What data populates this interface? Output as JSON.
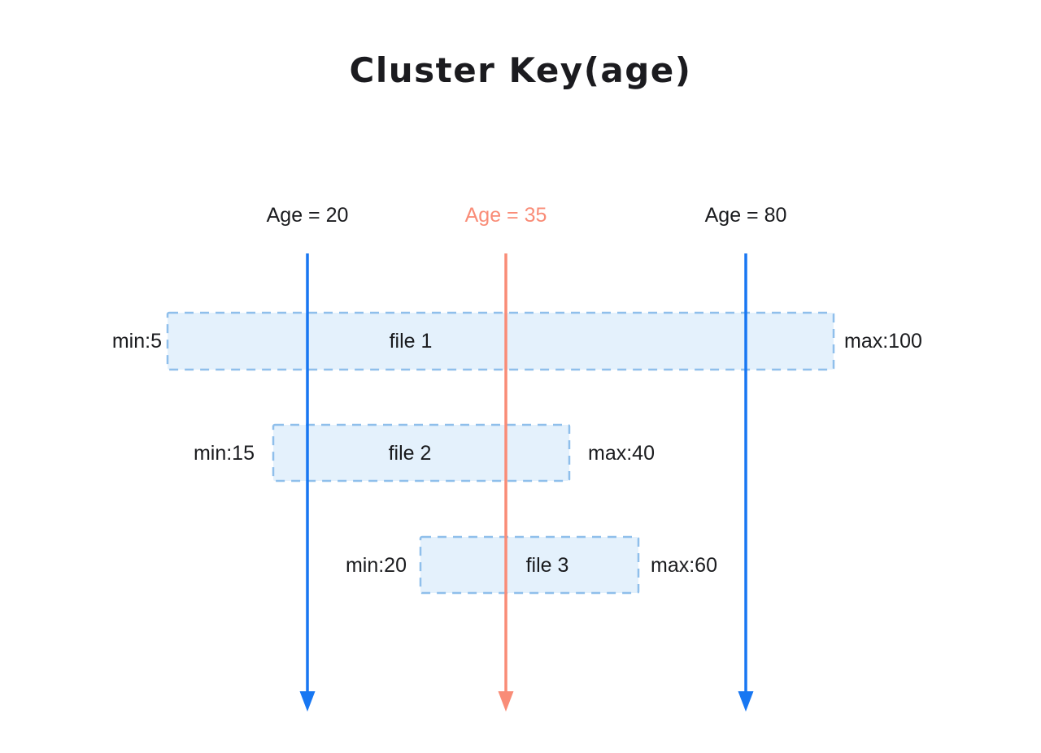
{
  "diagram": {
    "title": "Cluster Key(age)",
    "age_markers": [
      {
        "label": "Age = 20",
        "color_role": "blue"
      },
      {
        "label": "Age = 35",
        "color_role": "salmon"
      },
      {
        "label": "Age = 80",
        "color_role": "blue"
      }
    ],
    "files": [
      {
        "name": "file 1",
        "min_label": "min:5",
        "max_label": "max:100"
      },
      {
        "name": "file 2",
        "min_label": "min:15",
        "max_label": "max:40"
      },
      {
        "name": "file 3",
        "min_label": "min:20",
        "max_label": "max:60"
      }
    ]
  },
  "colors": {
    "blue": "#1877F2",
    "salmon": "#F98C77",
    "box-fill": "#E4F1FC",
    "box-border": "#8FBFEB",
    "text": "#1A1B1E"
  }
}
